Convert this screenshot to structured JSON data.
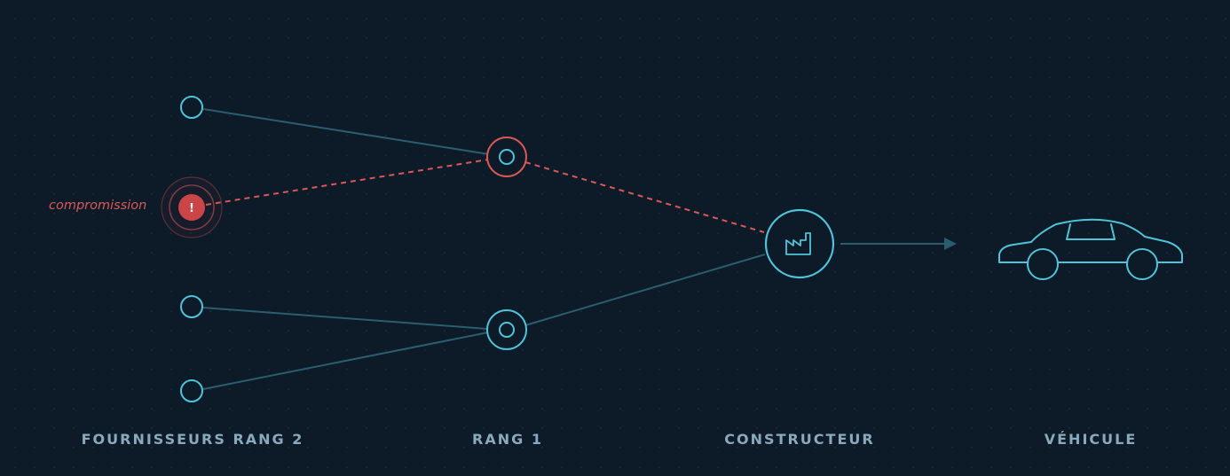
{
  "diagram": {
    "columns": {
      "tier2": "FOURNISSEURS RANG 2",
      "tier1": "RANG 1",
      "manufacturer": "CONSTRUCTEUR",
      "vehicle": "VÉHICULE"
    },
    "alert": {
      "label": "compromission",
      "badge": "!"
    },
    "nodes": [
      {
        "id": "t2a",
        "tier": "tier2",
        "status": "ok"
      },
      {
        "id": "t2b",
        "tier": "tier2",
        "status": "compromised"
      },
      {
        "id": "t2c",
        "tier": "tier2",
        "status": "ok"
      },
      {
        "id": "t2d",
        "tier": "tier2",
        "status": "ok"
      },
      {
        "id": "t1a",
        "tier": "tier1",
        "status": "affected"
      },
      {
        "id": "t1b",
        "tier": "tier1",
        "status": "ok"
      },
      {
        "id": "oem",
        "tier": "manufacturer",
        "status": "ok",
        "icon": "factory-icon"
      },
      {
        "id": "car",
        "tier": "vehicle",
        "status": "ok",
        "icon": "car-icon"
      }
    ],
    "links": [
      {
        "from": "t2a",
        "to": "t1a",
        "style": "normal"
      },
      {
        "from": "t2b",
        "to": "t1a",
        "style": "compromised"
      },
      {
        "from": "t2c",
        "to": "t1b",
        "style": "normal"
      },
      {
        "from": "t2d",
        "to": "t1b",
        "style": "normal"
      },
      {
        "from": "t1a",
        "to": "oem",
        "style": "compromised"
      },
      {
        "from": "t1b",
        "to": "oem",
        "style": "normal"
      },
      {
        "from": "oem",
        "to": "car",
        "style": "arrow"
      }
    ],
    "colors": {
      "background": "#0d1a27",
      "node": "#4fc3d9",
      "link": "#2a5e6e",
      "alert": "#d9585a",
      "label": "#8aa9bd"
    }
  }
}
